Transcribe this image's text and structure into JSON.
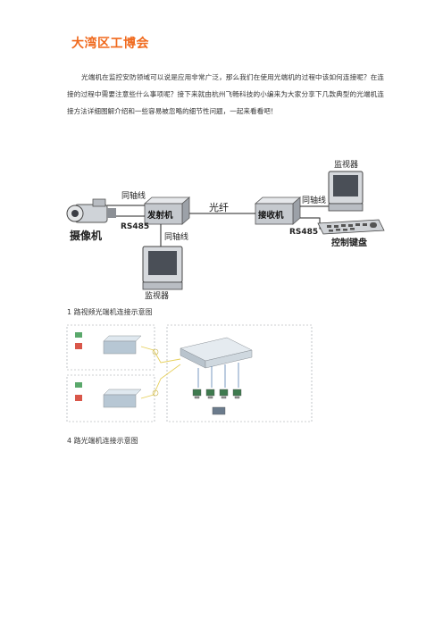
{
  "doc": {
    "title": "大湾区工博会",
    "paragraph": "光端机在监控安防领域可以说是应用非常广泛，那么我们在使用光端机的过程中该如何连接呢？在连接的过程中需要注意些什么事项呢？接下来就由杭州飞畅科技的小编来为大家分享下几款典型的光端机连接方法详细图解介绍和一些容易被忽略的细节性问题，一起来看看吧！"
  },
  "figure1": {
    "caption": "1 路视频光端机连接示意图",
    "labels": {
      "camera": "摄像机",
      "coax_top": "同轴线",
      "rs485_left": "RS485",
      "transmitter": "发射机",
      "fiber": "光纤",
      "receiver": "接收机",
      "coax_right": "同轴线",
      "rs485_right": "RS485",
      "monitor_top": "监视器",
      "keyboard": "控制键盘",
      "coax_bottom": "同轴线",
      "monitor_bottom": "监视器"
    }
  },
  "figure2": {
    "caption": "4 路光端机连接示意图"
  }
}
